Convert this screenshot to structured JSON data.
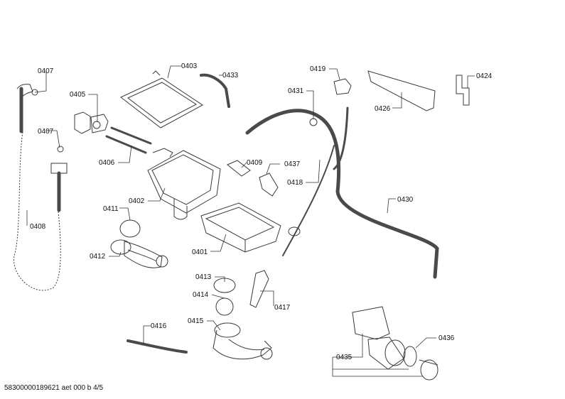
{
  "labels": {
    "p0403": "0403",
    "p0433": "0433",
    "p0407a": "0407",
    "p0405": "0405",
    "p0407b": "0407",
    "p0406": "0406",
    "p0402": "0402",
    "p0409": "0409",
    "p0437": "0437",
    "p0418": "0418",
    "p0408": "0408",
    "p0411": "0411",
    "p0412": "0412",
    "p0401": "0401",
    "p0413": "0413",
    "p0414": "0414",
    "p0415": "0415",
    "p0417": "0417",
    "p0416": "0416",
    "p0419": "0419",
    "p0431": "0431",
    "p0426": "0426",
    "p0424": "0424",
    "p0430": "0430",
    "p0436": "0436",
    "p0435": "0435"
  },
  "footer": "58300000189621 aet 000 b 4/5"
}
